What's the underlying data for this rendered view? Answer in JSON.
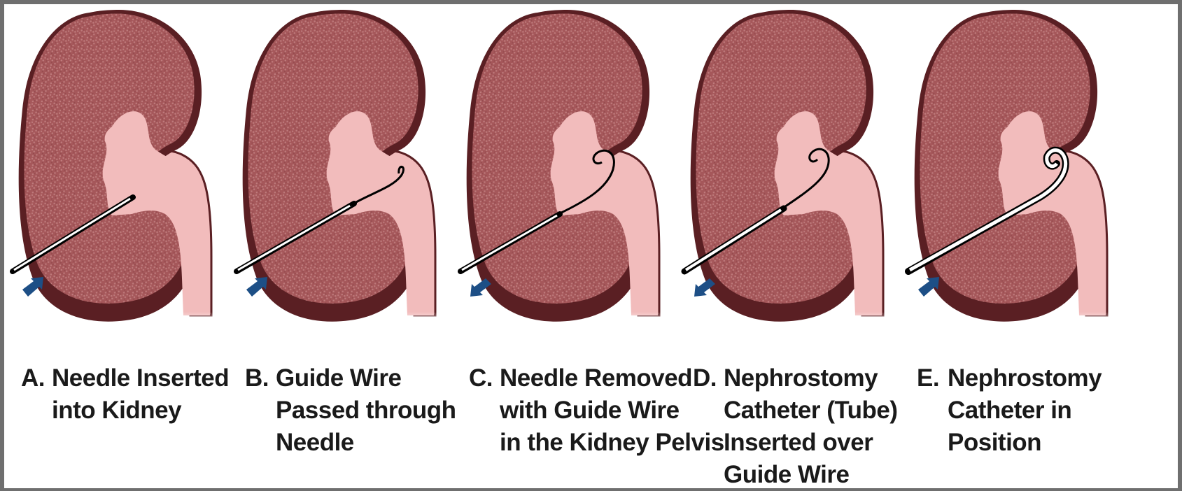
{
  "panels": [
    {
      "id": "a",
      "stage": "needle",
      "letter": "A.",
      "lines": [
        "Needle Inserted",
        "into Kidney"
      ],
      "arrow": "in"
    },
    {
      "id": "b",
      "stage": "wire",
      "letter": "B.",
      "lines": [
        "Guide Wire",
        "Passed through",
        "Needle"
      ],
      "arrow": "in"
    },
    {
      "id": "c",
      "stage": "removed",
      "letter": "C.",
      "lines": [
        "Needle Removed",
        "with Guide Wire",
        "in the Kidney Pelvis"
      ],
      "arrow": "out"
    },
    {
      "id": "d",
      "stage": "catheter",
      "letter": "D.",
      "lines": [
        "Nephrostomy",
        "Catheter (Tube)",
        "Inserted over",
        "Guide Wire"
      ],
      "arrow": "out"
    },
    {
      "id": "e",
      "stage": "position",
      "letter": "E.",
      "lines": [
        "Nephrostomy",
        "Catheter in",
        "Position"
      ],
      "arrow": "in"
    }
  ],
  "colors": {
    "frame": "#6f6f6f",
    "cortex": "#a5575a",
    "cortex_speckle": "#c98a8a",
    "capsule": "#5a1f23",
    "pelvis": "#f2bcbc",
    "arrow": "#1d4f86",
    "text": "#1a1a1a"
  }
}
